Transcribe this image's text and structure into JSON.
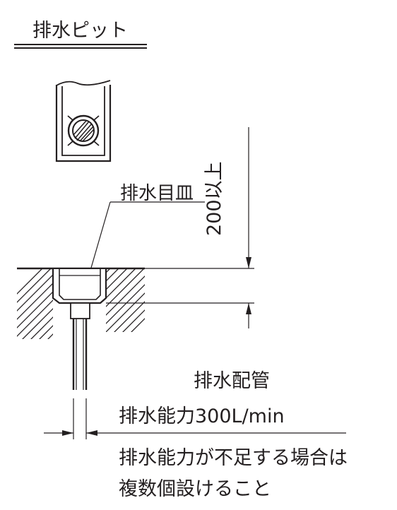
{
  "title": "排水ピット",
  "labels": {
    "drain_grate": "排水目皿",
    "height_dim": "200以上",
    "drain_pipe": "排水配管",
    "capacity": "排水能力300L/min",
    "note_line1": "排水能力が不足する場合は",
    "note_line2": "複数個設けること"
  },
  "colors": {
    "ink": "#231f20",
    "background": "#ffffff"
  }
}
